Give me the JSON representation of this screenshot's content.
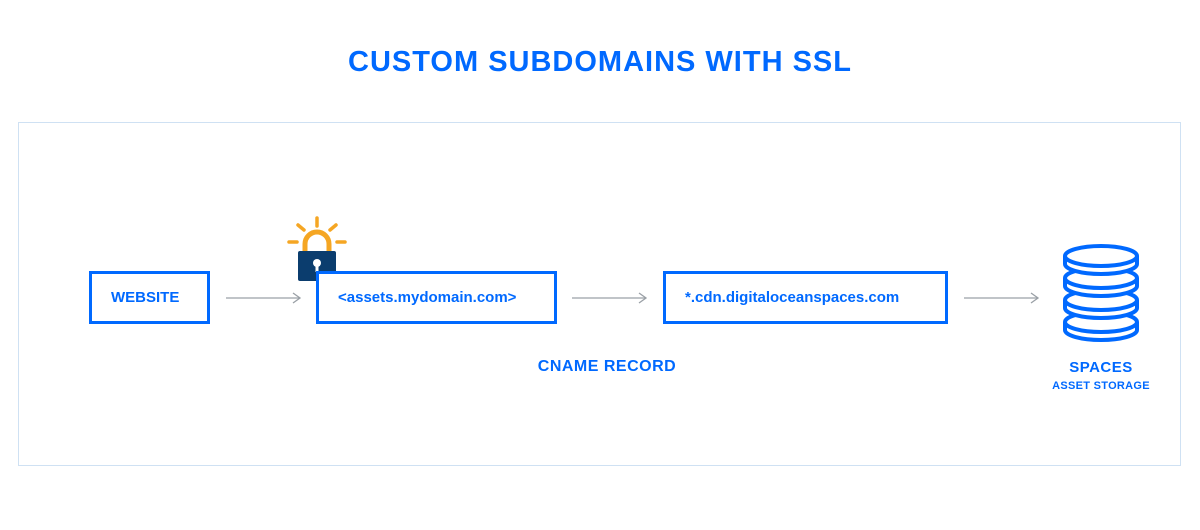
{
  "title": "CUSTOM SUBDOMAINS WITH SSL",
  "nodes": {
    "website": "WEBSITE",
    "assets": "<assets.mydomain.com>",
    "cdn": "*.cdn.digitaloceanspaces.com"
  },
  "labels": {
    "cname": "CNAME RECORD",
    "spaces": "SPACES",
    "asset_storage": "ASSET STORAGE"
  },
  "icons": {
    "lock": "padlock-icon",
    "storage": "database-icon",
    "arrow": "arrow-right-icon"
  },
  "colors": {
    "accent": "#0069ff",
    "lock_body": "#0b3d6e",
    "lock_glow": "#f5a623",
    "arrow": "#9aa0a6",
    "frame": "#cfe1f3"
  }
}
